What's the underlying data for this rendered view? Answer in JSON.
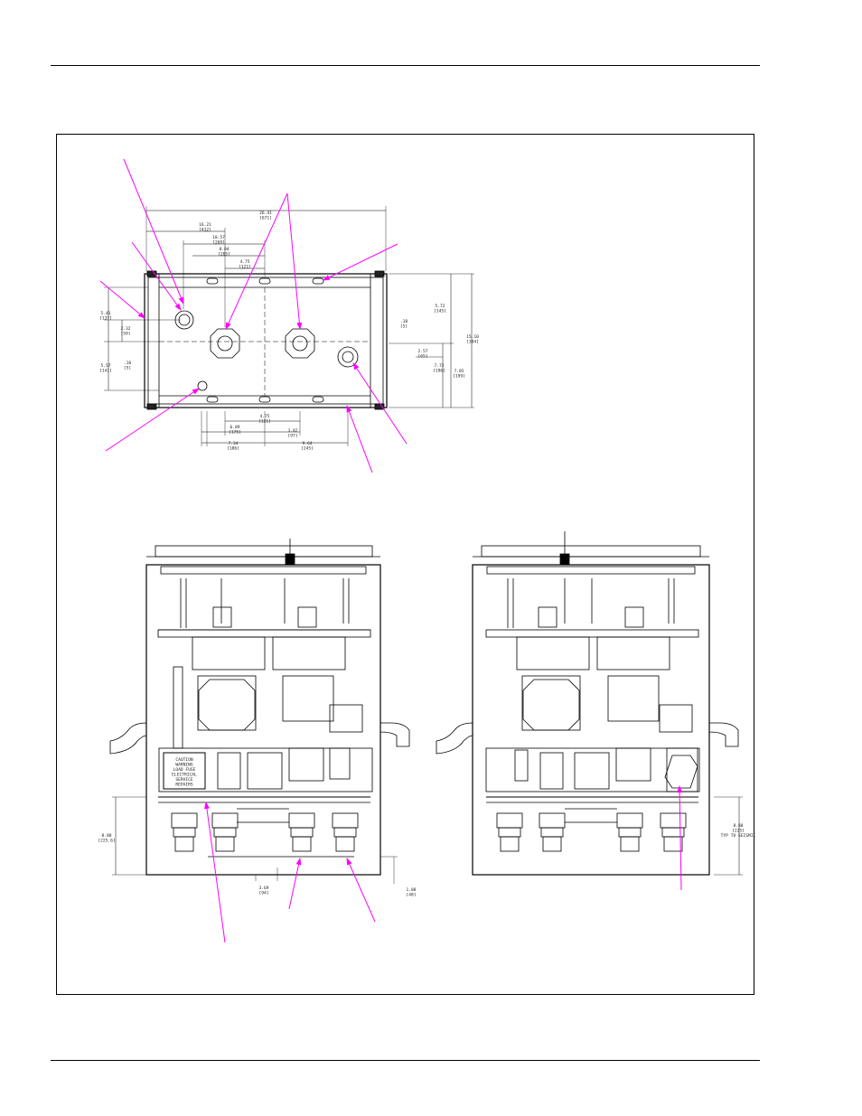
{
  "page": {
    "header_rule": true,
    "footer_rule": true,
    "accent_color": "#ff00ff",
    "line_color": "#000000"
  },
  "top_view": {
    "width_dims": [
      {
        "value": "26.41",
        "metric": "[671]"
      },
      {
        "value": "16.21",
        "metric": "[412]"
      },
      {
        "value": "10.57",
        "metric": "[269]"
      },
      {
        "value": "8.04",
        "metric": "[205]"
      },
      {
        "value": "4.75",
        "metric": "[121]"
      }
    ],
    "left_dims": [
      {
        "value": "5.41",
        "metric": "[137]"
      },
      {
        "value": "2.32",
        "metric": "[59]"
      },
      {
        "value": ".18",
        "metric": "[5]"
      },
      {
        "value": "5.57",
        "metric": "[141]"
      }
    ],
    "right_dims": [
      {
        "value": "5.72",
        "metric": "[145]"
      },
      {
        "value": ".18",
        "metric": "[5]"
      },
      {
        "value": "2.57",
        "metric": "[65]"
      },
      {
        "value": "7.72",
        "metric": "[196]"
      },
      {
        "value": "7.85",
        "metric": "[199]"
      },
      {
        "value": "15.10",
        "metric": "[384]"
      }
    ],
    "bottom_dims": [
      {
        "value": "4.75",
        "metric": "[121]"
      },
      {
        "value": "6.89",
        "metric": "[175]"
      },
      {
        "value": "3.82",
        "metric": "[97]"
      },
      {
        "value": "7.34",
        "metric": "[186]"
      },
      {
        "value": "9.64",
        "metric": "[245]"
      }
    ]
  },
  "front_view_left": {
    "height_dim": {
      "value": "8.88",
      "metric": "[225.6]"
    },
    "offset_dim": {
      "value": "3.69",
      "metric": "[94]"
    },
    "foot_dim": {
      "value": "1.88",
      "metric": "[48]"
    },
    "nameplate": [
      "CAUTION",
      "WARNING",
      "LOAD FUSE",
      "ELECTRICAL",
      "SERVICE",
      "REPAIRS"
    ]
  },
  "front_view_right": {
    "height_dim": {
      "value": "8.88",
      "metric": "[225]",
      "note": "TYP TO SEISMIC"
    }
  }
}
